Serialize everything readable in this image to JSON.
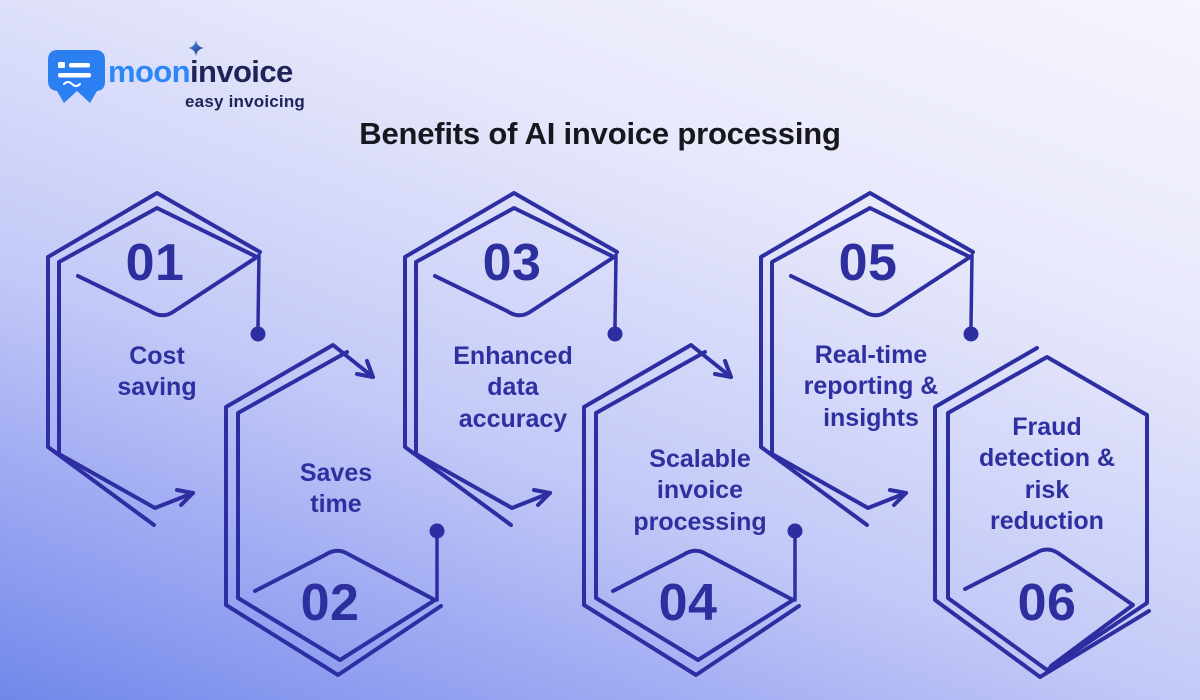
{
  "logo": {
    "brand_primary": "moon",
    "brand_secondary": "invoice",
    "tagline": "easy invoicing",
    "icon": "invoice-doc-icon",
    "sparkle": "sparkle-icon"
  },
  "title": "Benefits of AI invoice processing",
  "steps": [
    {
      "number": "01",
      "label": "Cost\nsaving"
    },
    {
      "number": "02",
      "label": "Saves\ntime"
    },
    {
      "number": "03",
      "label": "Enhanced\ndata\naccuracy"
    },
    {
      "number": "04",
      "label": "Scalable\ninvoice\nprocessing"
    },
    {
      "number": "05",
      "label": "Real-time\nreporting &\ninsights"
    },
    {
      "number": "06",
      "label": "Fraud\ndetection &\nrisk\nreduction"
    }
  ],
  "colors": {
    "outline": "#2d2ea1",
    "step_number": "#2e2f9e",
    "step_label": "#2f309f",
    "title_text": "#17171e",
    "brand_blue": "#2e87f7",
    "brand_navy": "#1e2358",
    "background_top": "#f6f5fd",
    "background_bottom": "#7187e9"
  }
}
